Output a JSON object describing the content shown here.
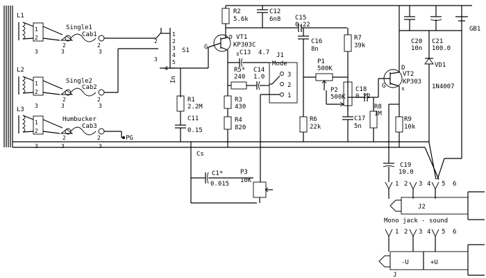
{
  "pickups": [
    {
      "coil": "L1",
      "cable": "Single1",
      "cab": "Cab1"
    },
    {
      "coil": "L2",
      "cable": "Single2",
      "cab": "Cab2"
    },
    {
      "coil": "L3",
      "cable": "Humbucker",
      "cab": "Cab3"
    }
  ],
  "pin_labels": {
    "one": "1",
    "two": "2",
    "three": "3",
    "four": "4",
    "five": "5",
    "six": "6"
  },
  "switch_s1": {
    "name": "S1",
    "positions": [
      "1",
      "2",
      "3",
      "4",
      "5"
    ]
  },
  "input_label": "In",
  "pg_label": "PG",
  "cs_label": "Cs",
  "components": {
    "R1": {
      "name": "R1",
      "value": "2.2M"
    },
    "R2": {
      "name": "R2",
      "value": "5.6k"
    },
    "R3": {
      "name": "R3",
      "value": "430"
    },
    "R4": {
      "name": "R4",
      "value": "820"
    },
    "R5": {
      "name": "R5*",
      "value": "240"
    },
    "R6": {
      "name": "R6",
      "value": "22k"
    },
    "R7": {
      "name": "R7",
      "value": "39k"
    },
    "R8": {
      "name": "R8",
      "value": "1M"
    },
    "R9": {
      "name": "R9",
      "value": "10k"
    },
    "C1": {
      "name": "C1*",
      "value": "0.015"
    },
    "C11": {
      "name": "C11",
      "value": "0.15"
    },
    "C12": {
      "name": "C12",
      "value": "6n8"
    },
    "C13": {
      "name": "C13",
      "value": "4.7"
    },
    "C14": {
      "name": "C14",
      "value": "1.0"
    },
    "C15": {
      "name": "C15",
      "value": "0.22"
    },
    "C16": {
      "name": "C16",
      "value": "8n"
    },
    "C17": {
      "name": "C17",
      "value": "5n"
    },
    "C18": {
      "name": "C18",
      "value": "0.22"
    },
    "C19": {
      "name": "C19",
      "value": "10.0"
    },
    "C20": {
      "name": "C20",
      "value": "10n"
    },
    "C21": {
      "name": "C21",
      "value": "100.0"
    },
    "P1": {
      "name": "P1",
      "value": "500K"
    },
    "P2": {
      "name": "P2",
      "value": "500K"
    },
    "P3": {
      "name": "P3",
      "value": "10K"
    },
    "VT1": {
      "name": "VT1",
      "value": "KP303C"
    },
    "VT2": {
      "name": "VT2",
      "value": "KP303"
    },
    "VD1": {
      "name": "VD1",
      "value": "1N4007"
    },
    "GB1": {
      "name": "GB1"
    }
  },
  "jfet_pins": {
    "d": "D",
    "g": "G",
    "s": "s"
  },
  "vt1_prefix": "D",
  "vt1_gate": "G",
  "mode_switch": {
    "name": "J1",
    "title": "Mode",
    "pins": [
      "3",
      "2",
      "1"
    ]
  },
  "jack_j2": {
    "name": "J2",
    "caption": "Mono jack - sound"
  },
  "jack_j": {
    "name": "J",
    "minus": "-U",
    "plus": "+U"
  }
}
